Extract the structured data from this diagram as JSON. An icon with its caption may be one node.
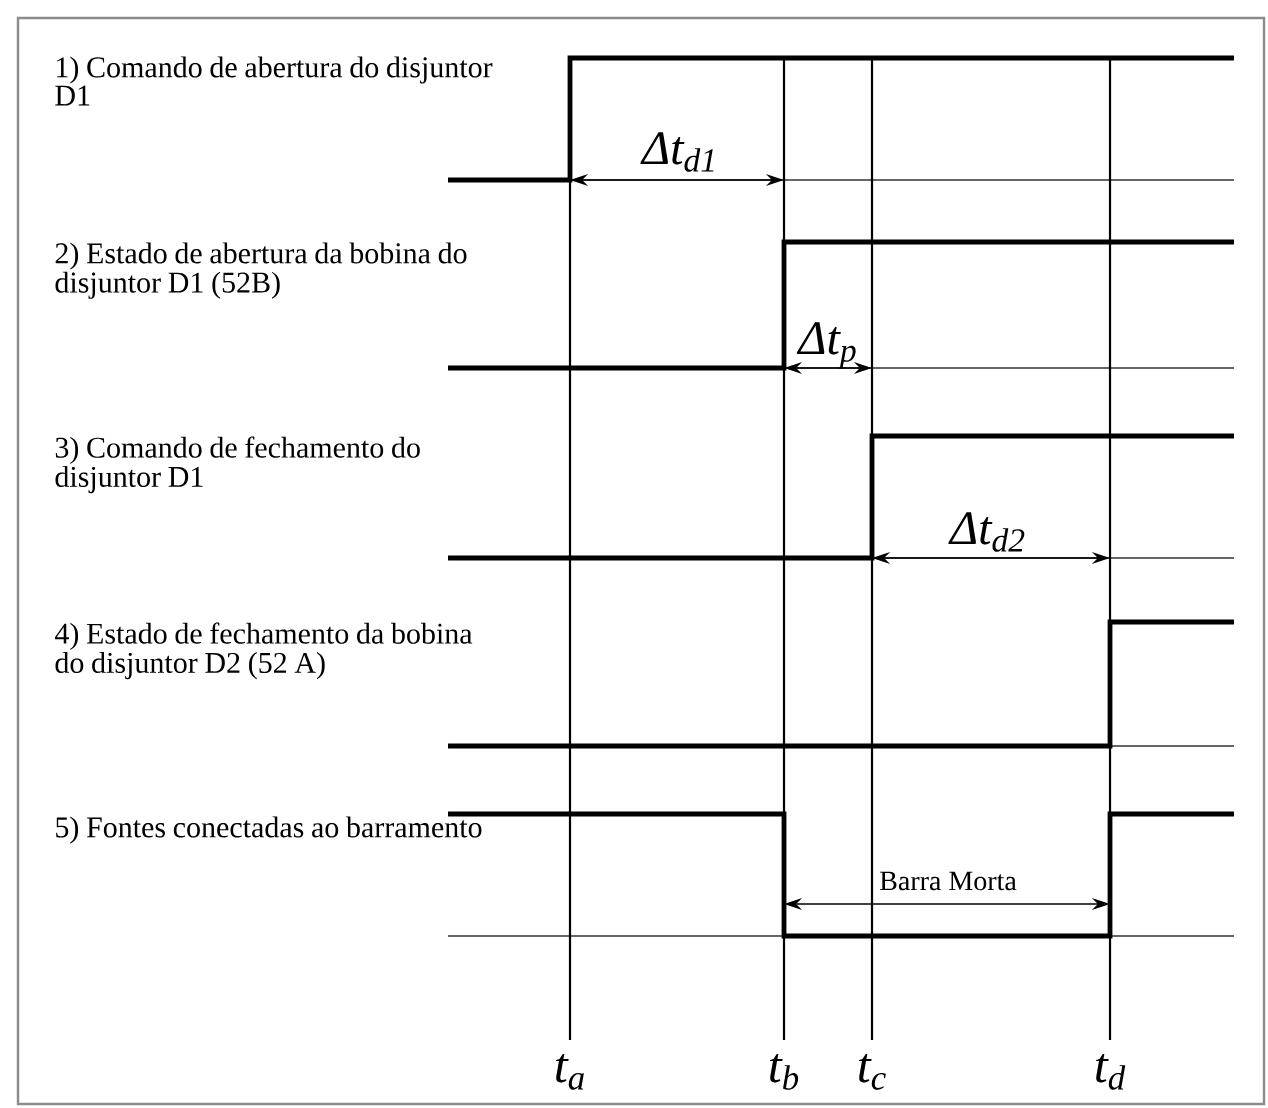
{
  "diagram": {
    "labels": [
      "1) Comando de abertura do disjuntor D1",
      "Δt$_{d1}$",
      "2) Estado de abertura da bobina do disjuntor D1 (52B)",
      "Δt$_{p}$",
      "3) Comando de fechamento do disjuntor D1",
      "Δt$_{d2}$",
      "4) Estado de fechamento da bobina do disjuntor D2 (52 A)",
      "5) Fontes conectadas ao barramento",
      "Barra Morta",
      "t$_{a}$",
      "t$_{b}$",
      "t$_{c}$",
      "t$_{d}$"
    ]
  }
}
